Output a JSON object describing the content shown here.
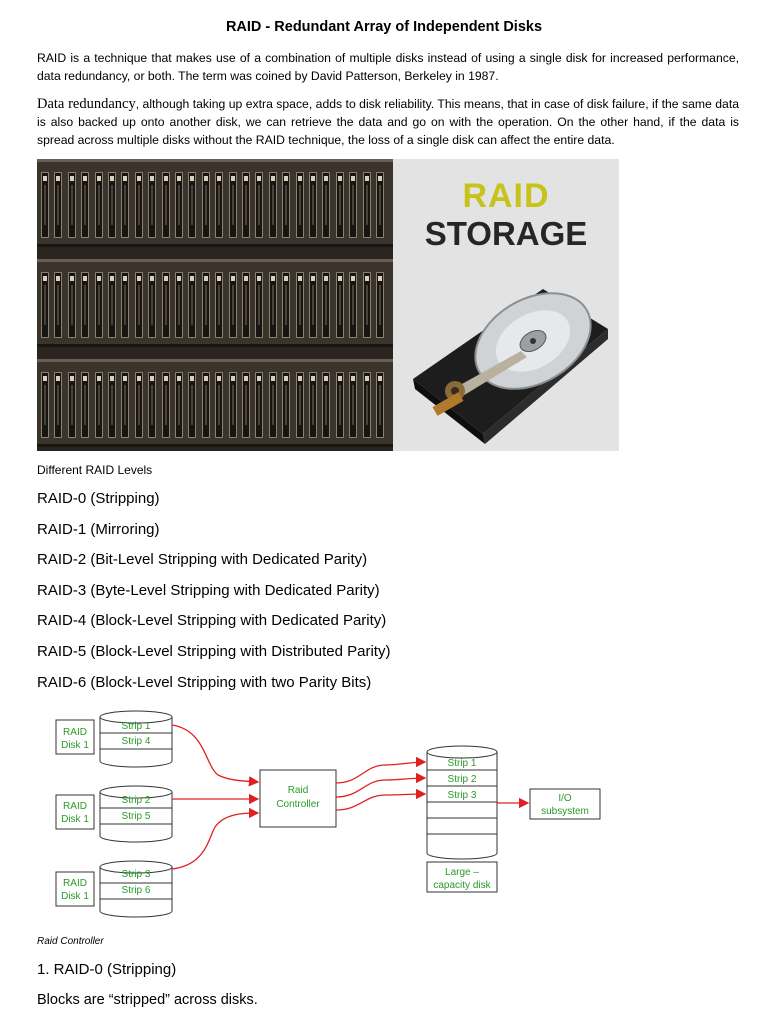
{
  "title": "RAID - Redundant Array of Independent Disks",
  "intro": "RAID is a technique that makes use of a combination of multiple disks instead of using a single disk for increased performance, data redundancy, or both. The term was coined by David Patterson, Berkeley in 1987.",
  "redundancy": {
    "lead": "Data redundancy",
    "text": ", although taking up extra space, adds to disk reliability. This means, that in case of disk failure, if the same data is also backed up onto another disk, we can retrieve the data and go on with the operation. On the other hand, if the data is spread across multiple disks without the RAID technique, the loss of a single disk can affect the entire data."
  },
  "banner": {
    "word1": "RAID",
    "word2": "STORAGE",
    "word1_color": "#c8c31a",
    "word2_color": "#262626"
  },
  "levels_heading": "Different RAID Levels",
  "levels": [
    "RAID-0 (Stripping)",
    "RAID-1 (Mirroring)",
    "RAID-2 (Bit-Level Stripping with Dedicated Parity)",
    "RAID-3 (Byte-Level Stripping with Dedicated Parity)",
    "RAID-4 (Block-Level Stripping with Dedicated Parity)",
    "RAID-5 (Block-Level Stripping with Distributed Parity)",
    "RAID-6 (Block-Level Stripping with two Parity Bits)"
  ],
  "diagram": {
    "disks": [
      {
        "label1": "RAID",
        "label2": "Disk 1",
        "stripA": "Strip 1",
        "stripB": "Strip 4"
      },
      {
        "label1": "RAID",
        "label2": "Disk 1",
        "stripA": "Strip 2",
        "stripB": "Strip 5"
      },
      {
        "label1": "RAID",
        "label2": "Disk 1",
        "stripA": "Strip 3",
        "stripB": "Strip 6"
      }
    ],
    "controller_line1": "Raid",
    "controller_line2": "Controller",
    "large_disk_strips": [
      "Strip 1",
      "Strip 2",
      "Strip 3"
    ],
    "large_label_line1": "Large –",
    "large_label_line2": "capacity disk",
    "io_line1": "I/O",
    "io_line2": "subsystem",
    "text_color": "#2a9a2a",
    "arrow_color": "#e02020"
  },
  "caption": "Raid Controller",
  "section_heading": "1. RAID-0 (Stripping)",
  "section_text": "Blocks are “stripped” across disks."
}
